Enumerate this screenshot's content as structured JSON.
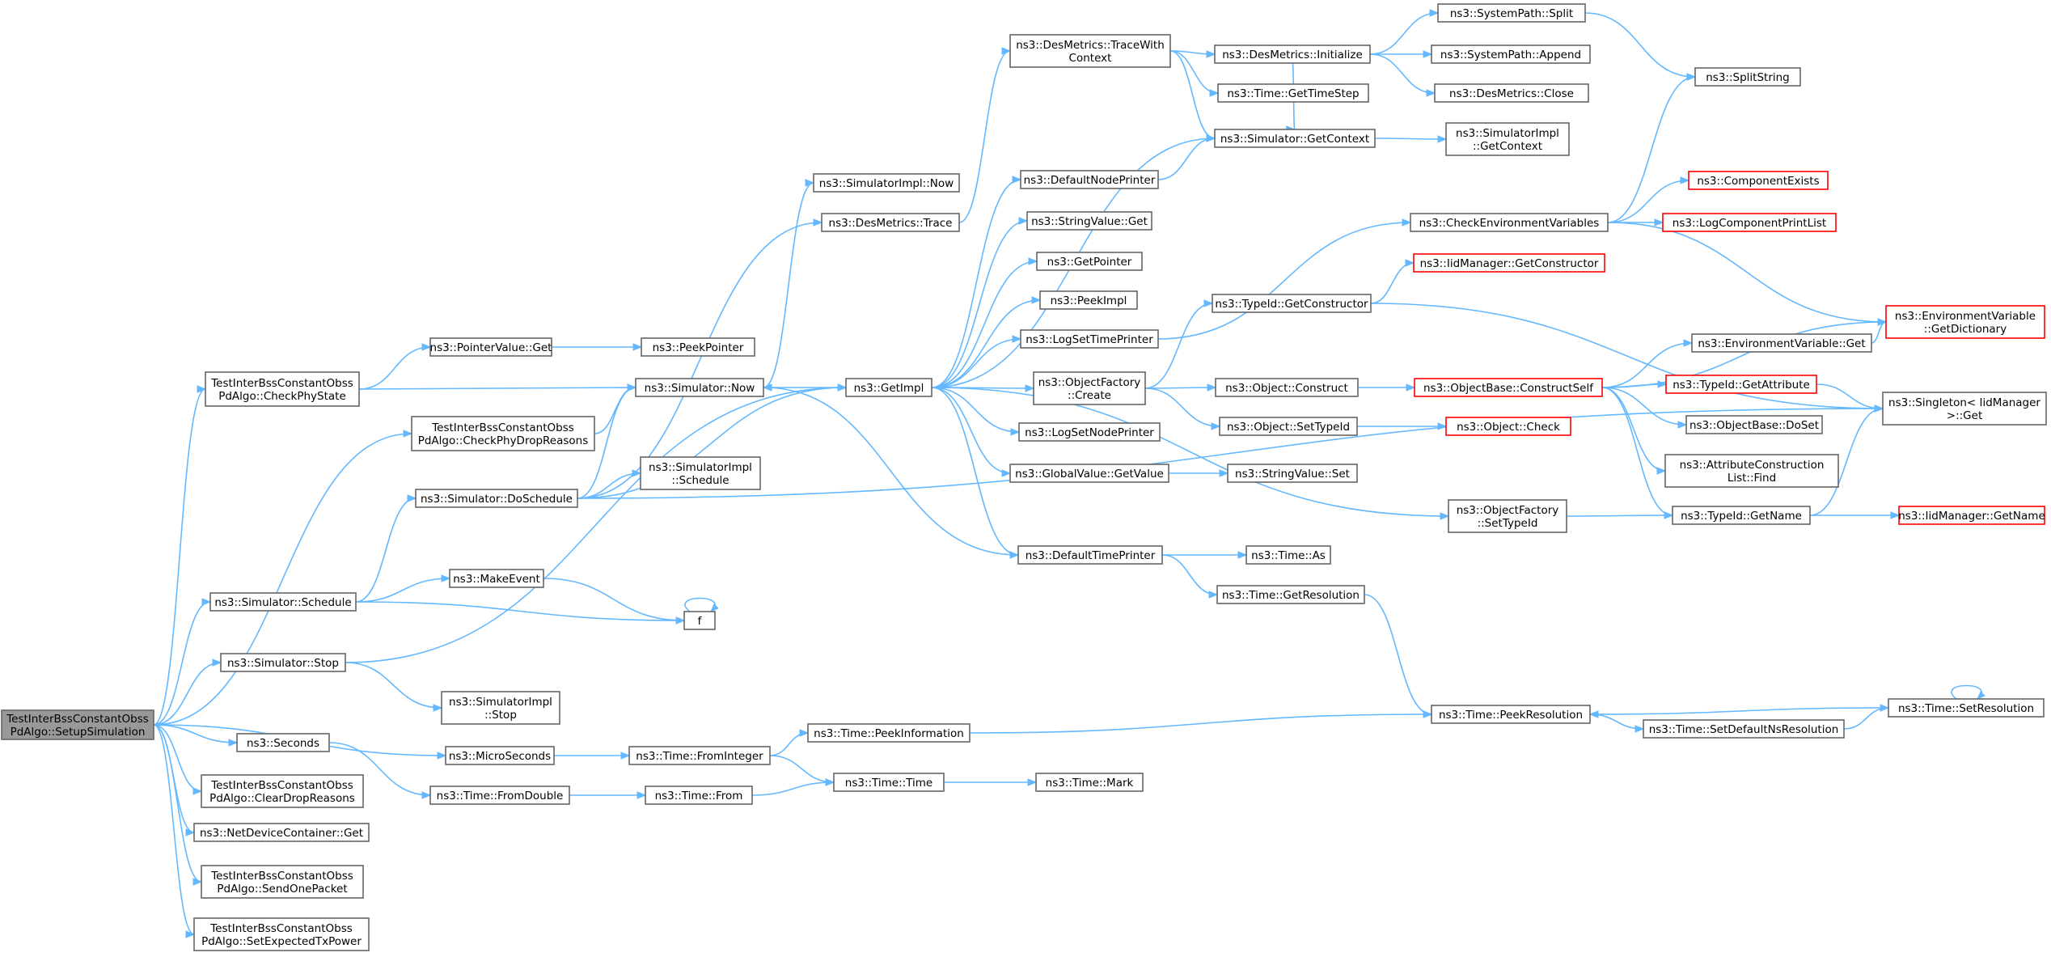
{
  "diagram": {
    "colors": {
      "edge": "#63b8ff",
      "node_border": "#666666",
      "node_border_incomplete": "#ff0000",
      "root_fill": "#999999",
      "node_fill": "#ffffff"
    },
    "nodes": [
      {
        "id": "root",
        "lines": [
          "TestInterBssConstantObss",
          "PdAlgo::SetupSimulation"
        ],
        "root": true
      },
      {
        "id": "checkPhyState",
        "lines": [
          "TestInterBssConstantObss",
          "PdAlgo::CheckPhyState"
        ]
      },
      {
        "id": "checkPhyDrop",
        "lines": [
          "TestInterBssConstantObss",
          "PdAlgo::CheckPhyDropReasons"
        ]
      },
      {
        "id": "simSchedule",
        "lines": [
          "ns3::Simulator::Schedule"
        ]
      },
      {
        "id": "simStop",
        "lines": [
          "ns3::Simulator::Stop"
        ]
      },
      {
        "id": "seconds",
        "lines": [
          "ns3::Seconds"
        ]
      },
      {
        "id": "clearDrop",
        "lines": [
          "TestInterBssConstantObss",
          "PdAlgo::ClearDropReasons"
        ]
      },
      {
        "id": "ndcGet",
        "lines": [
          "ns3::NetDeviceContainer::Get"
        ]
      },
      {
        "id": "sendOne",
        "lines": [
          "TestInterBssConstantObss",
          "PdAlgo::SendOnePacket"
        ]
      },
      {
        "id": "setExpected",
        "lines": [
          "TestInterBssConstantObss",
          "PdAlgo::SetExpectedTxPower"
        ]
      },
      {
        "id": "pvGet",
        "lines": [
          "ns3::PointerValue::Get"
        ]
      },
      {
        "id": "simNow",
        "lines": [
          "ns3::Simulator::Now"
        ]
      },
      {
        "id": "doSchedule",
        "lines": [
          "ns3::Simulator::DoSchedule"
        ]
      },
      {
        "id": "makeEvent",
        "lines": [
          "ns3::MakeEvent"
        ]
      },
      {
        "id": "f",
        "lines": [
          "f"
        ]
      },
      {
        "id": "microSeconds",
        "lines": [
          "ns3::MicroSeconds"
        ]
      },
      {
        "id": "fromDouble",
        "lines": [
          "ns3::Time::FromDouble"
        ]
      },
      {
        "id": "peekPointer",
        "lines": [
          "ns3::PeekPointer"
        ]
      },
      {
        "id": "simImplNow",
        "lines": [
          "ns3::SimulatorImpl::Now"
        ]
      },
      {
        "id": "desTrace",
        "lines": [
          "ns3::DesMetrics::Trace"
        ]
      },
      {
        "id": "simImplSchedule",
        "lines": [
          "ns3::SimulatorImpl",
          "::Schedule"
        ]
      },
      {
        "id": "simImplStop",
        "lines": [
          "ns3::SimulatorImpl",
          "::Stop"
        ]
      },
      {
        "id": "fromInteger",
        "lines": [
          "ns3::Time::FromInteger"
        ]
      },
      {
        "id": "timeFrom",
        "lines": [
          "ns3::Time::From"
        ]
      },
      {
        "id": "getImpl",
        "lines": [
          "ns3::GetImpl"
        ]
      },
      {
        "id": "peekInfo",
        "lines": [
          "ns3::Time::PeekInformation"
        ]
      },
      {
        "id": "timeTime",
        "lines": [
          "ns3::Time::Time"
        ]
      },
      {
        "id": "desTraceCtx",
        "lines": [
          "ns3::DesMetrics::TraceWith",
          "Context"
        ]
      },
      {
        "id": "defNodePrinter",
        "lines": [
          "ns3::DefaultNodePrinter"
        ]
      },
      {
        "id": "svGet",
        "lines": [
          "ns3::StringValue::Get"
        ]
      },
      {
        "id": "getPointer",
        "lines": [
          "ns3::GetPointer"
        ]
      },
      {
        "id": "peekImpl",
        "lines": [
          "ns3::PeekImpl"
        ]
      },
      {
        "id": "logSetTime",
        "lines": [
          "ns3::LogSetTimePrinter"
        ]
      },
      {
        "id": "ofCreate",
        "lines": [
          "ns3::ObjectFactory",
          "::Create"
        ]
      },
      {
        "id": "logSetNode",
        "lines": [
          "ns3::LogSetNodePrinter"
        ]
      },
      {
        "id": "gvGetValue",
        "lines": [
          "ns3::GlobalValue::GetValue"
        ]
      },
      {
        "id": "defTimePrinter",
        "lines": [
          "ns3::DefaultTimePrinter"
        ]
      },
      {
        "id": "timeMark",
        "lines": [
          "ns3::Time::Mark"
        ]
      },
      {
        "id": "desInit",
        "lines": [
          "ns3::DesMetrics::Initialize"
        ]
      },
      {
        "id": "getTimeStep",
        "lines": [
          "ns3::Time::GetTimeStep"
        ]
      },
      {
        "id": "simGetCtx",
        "lines": [
          "ns3::Simulator::GetContext"
        ]
      },
      {
        "id": "typeIdGetCtor",
        "lines": [
          "ns3::TypeId::GetConstructor"
        ]
      },
      {
        "id": "objConstruct",
        "lines": [
          "ns3::Object::Construct"
        ]
      },
      {
        "id": "objSetTypeId",
        "lines": [
          "ns3::Object::SetTypeId"
        ]
      },
      {
        "id": "svSet",
        "lines": [
          "ns3::StringValue::Set"
        ]
      },
      {
        "id": "timeAs",
        "lines": [
          "ns3::Time::As"
        ]
      },
      {
        "id": "getResolution",
        "lines": [
          "ns3::Time::GetResolution"
        ]
      },
      {
        "id": "spSplit",
        "lines": [
          "ns3::SystemPath::Split"
        ]
      },
      {
        "id": "spAppend",
        "lines": [
          "ns3::SystemPath::Append"
        ]
      },
      {
        "id": "desClose",
        "lines": [
          "ns3::DesMetrics::Close"
        ]
      },
      {
        "id": "simImplGetCtx",
        "lines": [
          "ns3::SimulatorImpl",
          "::GetContext"
        ]
      },
      {
        "id": "checkEnv",
        "lines": [
          "ns3::CheckEnvironmentVariables"
        ]
      },
      {
        "id": "iidGetCtor",
        "lines": [
          "ns3::IidManager::GetConstructor"
        ],
        "red": true
      },
      {
        "id": "obConstructSelf",
        "lines": [
          "ns3::ObjectBase::ConstructSelf"
        ],
        "red": true
      },
      {
        "id": "objCheck",
        "lines": [
          "ns3::Object::Check"
        ],
        "red": true
      },
      {
        "id": "ofSetTypeId",
        "lines": [
          "ns3::ObjectFactory",
          "::SetTypeId"
        ]
      },
      {
        "id": "peekResolution",
        "lines": [
          "ns3::Time::PeekResolution"
        ]
      },
      {
        "id": "setDefaultNs",
        "lines": [
          "ns3::Time::SetDefaultNsResolution"
        ]
      },
      {
        "id": "splitString",
        "lines": [
          "ns3::SplitString"
        ]
      },
      {
        "id": "componentExists",
        "lines": [
          "ns3::ComponentExists"
        ],
        "red": true
      },
      {
        "id": "logCompPrintList",
        "lines": [
          "ns3::LogComponentPrintList"
        ],
        "red": true
      },
      {
        "id": "envVarGet",
        "lines": [
          "ns3::EnvironmentVariable::Get"
        ]
      },
      {
        "id": "typeIdGetAttr",
        "lines": [
          "ns3::TypeId::GetAttribute"
        ],
        "red": true
      },
      {
        "id": "obDoSet",
        "lines": [
          "ns3::ObjectBase::DoSet"
        ]
      },
      {
        "id": "attrConstrFind",
        "lines": [
          "ns3::AttributeConstruction",
          "List::Find"
        ]
      },
      {
        "id": "typeIdGetName",
        "lines": [
          "ns3::TypeId::GetName"
        ]
      },
      {
        "id": "setResolution",
        "lines": [
          "ns3::Time::SetResolution"
        ]
      },
      {
        "id": "envVarGetDict",
        "lines": [
          "ns3::EnvironmentVariable",
          "::GetDictionary"
        ],
        "red": true
      },
      {
        "id": "singletonGet",
        "lines": [
          "ns3::Singleton< IidManager",
          ">::Get"
        ]
      },
      {
        "id": "iidGetName",
        "lines": [
          "ns3::IidManager::GetName"
        ],
        "red": true
      }
    ]
  }
}
